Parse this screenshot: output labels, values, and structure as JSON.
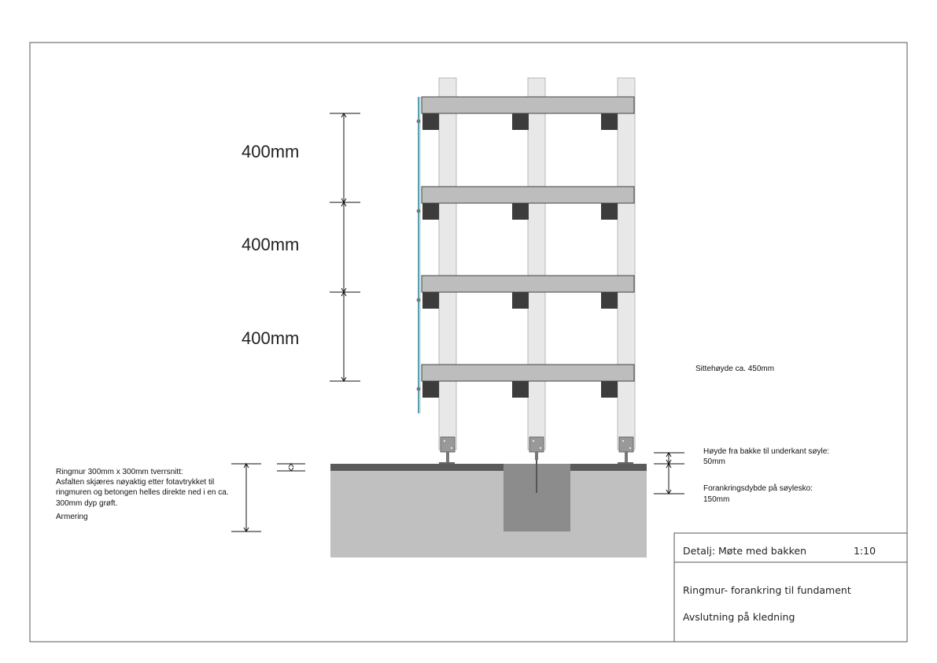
{
  "dimensions": {
    "spacing_labels": [
      "400mm",
      "400mm",
      "400mm"
    ]
  },
  "notes": {
    "sitting_height": "Sittehøyde ca. 450mm",
    "ringmur": [
      "Ringmur 300mm x 300mm tverrsnitt:",
      "Asfalten skjæres nøyaktig etter fotavtrykket til",
      "ringmuren og betongen helles direkte ned i en ca.",
      "300mm dyp grøft.",
      "Armering"
    ],
    "ground_clearance": [
      "Høyde fra bakke til underkant søyle:",
      "50mm"
    ],
    "anchor_depth": [
      "Forankringsdybde på søylesko:",
      "150mm"
    ]
  },
  "title_block": {
    "detail": "Detalj: Møte med bakken",
    "scale": "1:10",
    "line1": "Ringmur- forankring til fundament",
    "line2": "Avslutning på kledning"
  },
  "colors": {
    "post_fill": "#e8e8e8",
    "plank_fill": "#bdbdbd",
    "bracket_fill": "#3c3c3c",
    "ground_fill": "#c0c0c1",
    "asphalt_fill": "#5a5a5a",
    "foundation_fill": "#8c8c8d",
    "cladding": "#5ba0b0"
  }
}
